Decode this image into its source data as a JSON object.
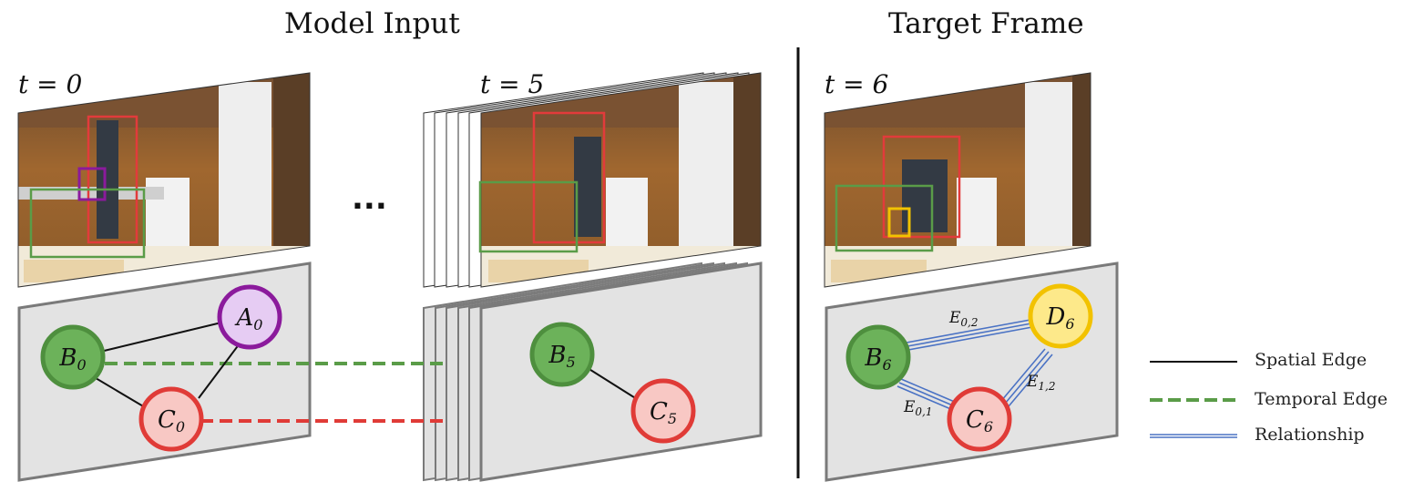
{
  "titles": {
    "left": "Model Input",
    "right": "Target Frame"
  },
  "frames": {
    "t0": "t = 0",
    "t5": "t = 5",
    "t6": "t = 6"
  },
  "ellipsis": "...",
  "nodes": {
    "A0": {
      "base": "A",
      "sub": "0",
      "color": "#8b1a9c",
      "fill": "#e6ccf3"
    },
    "B0": {
      "base": "B",
      "sub": "0",
      "color": "#5a9c48",
      "fill": "#6cb25a"
    },
    "C0": {
      "base": "C",
      "sub": "0",
      "color": "#e03b37",
      "fill": "#f8c8c4"
    },
    "B5": {
      "base": "B",
      "sub": "5",
      "color": "#5a9c48",
      "fill": "#6cb25a"
    },
    "C5": {
      "base": "C",
      "sub": "5",
      "color": "#e03b37",
      "fill": "#f8c8c4"
    },
    "B6": {
      "base": "B",
      "sub": "6",
      "color": "#5a9c48",
      "fill": "#6cb25a"
    },
    "C6": {
      "base": "C",
      "sub": "6",
      "color": "#e03b37",
      "fill": "#f8c8c4"
    },
    "D6": {
      "base": "D",
      "sub": "6",
      "color": "#f2c200",
      "fill": "#fde98a"
    }
  },
  "edge_labels": {
    "E02": {
      "base": "E",
      "sub": "0,2"
    },
    "E12": {
      "base": "E",
      "sub": "1,2"
    },
    "E01": {
      "base": "E",
      "sub": "0,1"
    }
  },
  "legend": {
    "spatial": "Spatial Edge",
    "temporal": "Temporal Edge",
    "relationship": "Relationship"
  },
  "colors": {
    "temporal_green": "#5a9c48",
    "temporal_red": "#e03b37",
    "relationship_blue": "#4a72c4",
    "panel_fill": "#e3e3e3",
    "panel_stroke": "#7a7a7a"
  }
}
